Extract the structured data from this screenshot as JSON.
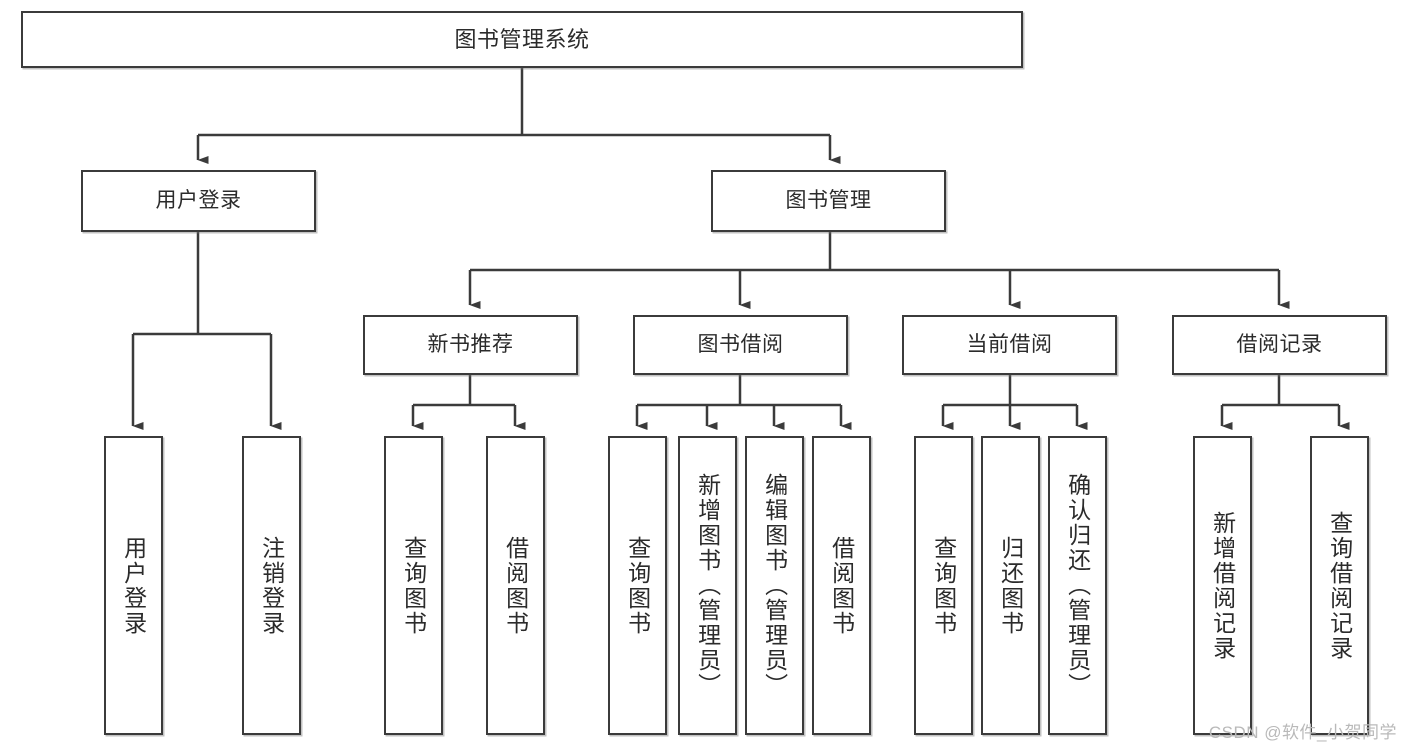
{
  "diagram": {
    "title": "图书管理系统",
    "type": "tree-hierarchy-diagram",
    "watermark": "CSDN @软件_小贺同学",
    "colors": {
      "box_border": "#3b3b3b",
      "box_fill": "#ffffff",
      "edge": "#3b3b3b",
      "text": "#2b2b2b",
      "watermark": "#b9b9b9",
      "background": "#ffffff"
    },
    "root": {
      "label": "图书管理系统"
    },
    "level2": [
      {
        "id": "user-login",
        "label": "用户登录"
      },
      {
        "id": "book-manage",
        "label": "图书管理"
      }
    ],
    "level3": [
      {
        "id": "new-book-recommend",
        "label": "新书推荐",
        "parent": "book-manage"
      },
      {
        "id": "book-borrow",
        "label": "图书借阅",
        "parent": "book-manage"
      },
      {
        "id": "current-borrow",
        "label": "当前借阅",
        "parent": "book-manage"
      },
      {
        "id": "borrow-record",
        "label": "借阅记录",
        "parent": "book-manage"
      }
    ],
    "leaves": {
      "user-login": [
        {
          "id": "leaf-user-login",
          "label": "用户登录"
        },
        {
          "id": "leaf-user-logout",
          "label": "注销登录"
        }
      ],
      "new-book-recommend": [
        {
          "id": "leaf-query-book-1",
          "label": "查询图书"
        },
        {
          "id": "leaf-borrow-book-1",
          "label": "借阅图书"
        }
      ],
      "book-borrow": [
        {
          "id": "leaf-query-book-2",
          "label": "查询图书"
        },
        {
          "id": "leaf-add-book",
          "label": "新增图书（管理员）"
        },
        {
          "id": "leaf-edit-book",
          "label": "编辑图书（管理员）"
        },
        {
          "id": "leaf-borrow-book-2",
          "label": "借阅图书"
        }
      ],
      "current-borrow": [
        {
          "id": "leaf-query-book-3",
          "label": "查询图书"
        },
        {
          "id": "leaf-return-book",
          "label": "归还图书"
        },
        {
          "id": "leaf-confirm-return",
          "label": "确认归还（管理员）"
        }
      ],
      "borrow-record": [
        {
          "id": "leaf-add-record",
          "label": "新增借阅记录"
        },
        {
          "id": "leaf-query-record",
          "label": "查询借阅记录"
        }
      ]
    }
  }
}
